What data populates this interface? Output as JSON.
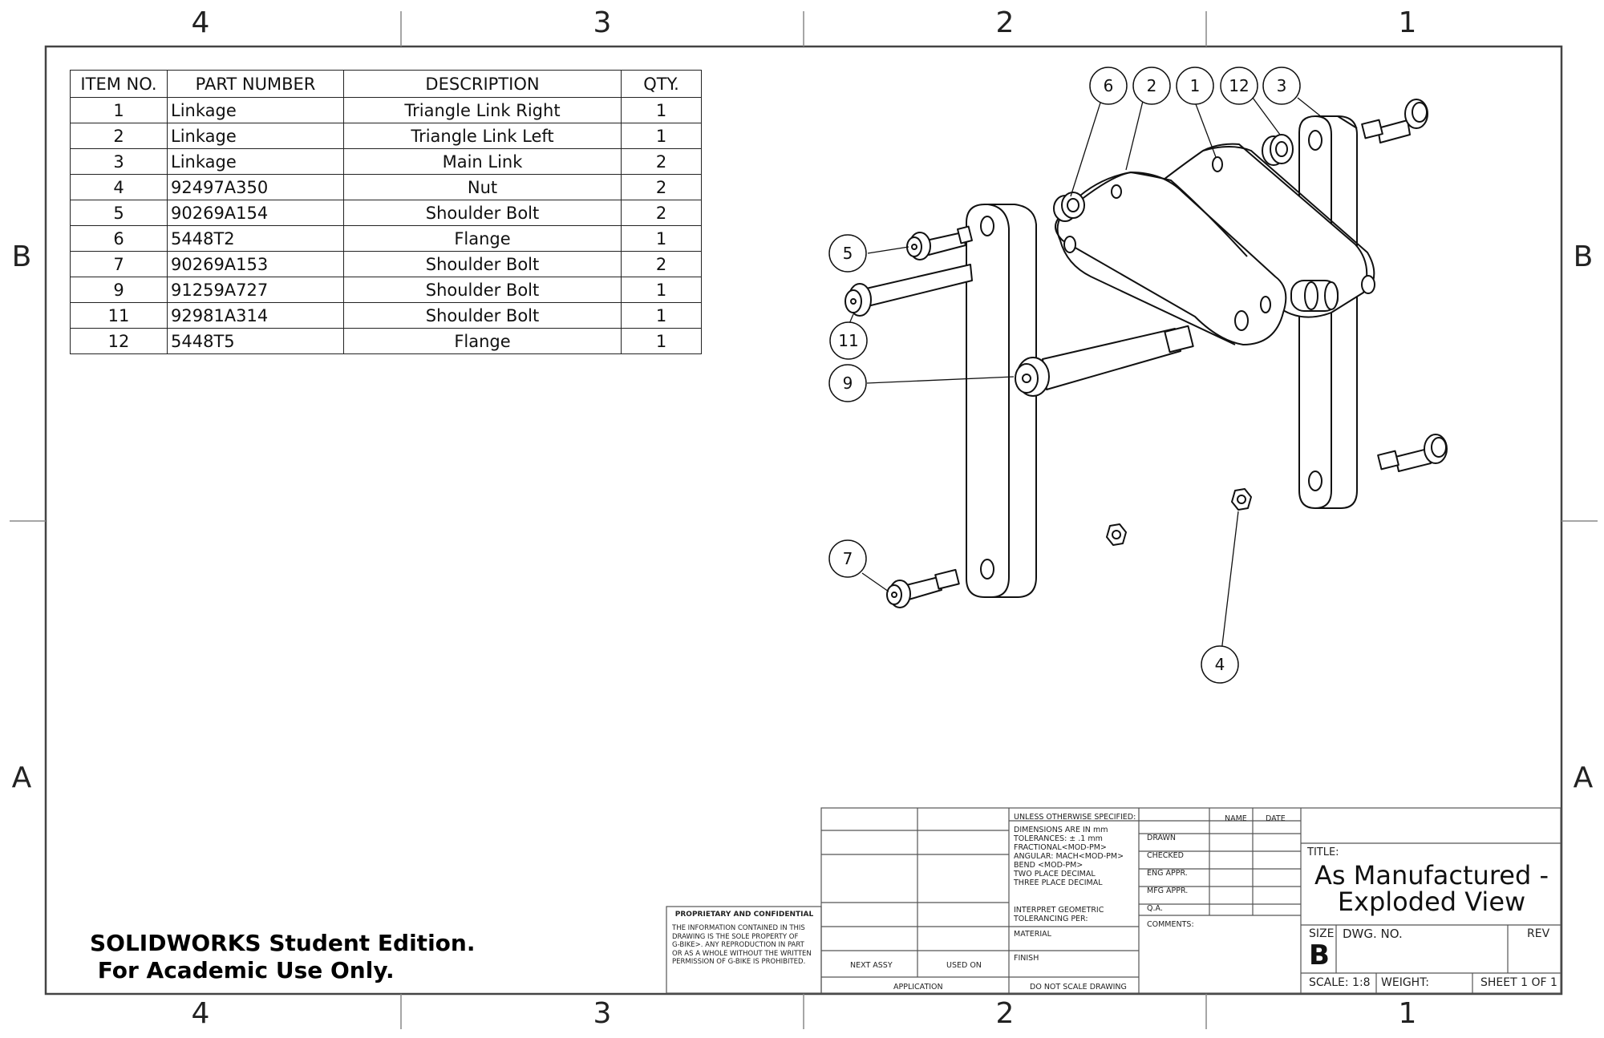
{
  "zones": {
    "top": [
      "4",
      "3",
      "2",
      "1"
    ],
    "bottom": [
      "4",
      "3",
      "2",
      "1"
    ],
    "left": [
      "B",
      "A"
    ],
    "right": [
      "B",
      "A"
    ]
  },
  "bom": {
    "headers": [
      "ITEM NO.",
      "PART NUMBER",
      "DESCRIPTION",
      "QTY."
    ],
    "rows": [
      [
        "1",
        "Linkage",
        "Triangle Link Right",
        "1"
      ],
      [
        "2",
        "Linkage",
        "Triangle Link Left",
        "1"
      ],
      [
        "3",
        "Linkage",
        "Main Link",
        "2"
      ],
      [
        "4",
        "92497A350",
        "Nut",
        "2"
      ],
      [
        "5",
        "90269A154",
        "Shoulder Bolt",
        "2"
      ],
      [
        "6",
        "5448T2",
        "Flange",
        "1"
      ],
      [
        "7",
        "90269A153",
        "Shoulder Bolt",
        "2"
      ],
      [
        "9",
        "91259A727",
        "Shoulder Bolt",
        "1"
      ],
      [
        "11",
        "92981A314",
        "Shoulder Bolt",
        "1"
      ],
      [
        "12",
        "5448T5",
        "Flange",
        "1"
      ]
    ]
  },
  "balloons": [
    "6",
    "2",
    "1",
    "12",
    "3",
    "5",
    "11",
    "9",
    "7",
    "4"
  ],
  "watermark": {
    "line1": "SOLIDWORKS Student Edition.",
    "line2": " For Academic Use Only."
  },
  "proprietary": {
    "title": "PROPRIETARY AND CONFIDENTIAL",
    "text": [
      "THE INFORMATION CONTAINED IN THIS",
      "DRAWING IS THE SOLE PROPERTY OF",
      "G-BIKE>.  ANY REPRODUCTION IN PART",
      "OR AS A WHOLE WITHOUT THE WRITTEN",
      "PERMISSION OF G-BIKE IS PROHIBITED."
    ]
  },
  "title_block": {
    "next_assy": "NEXT ASSY",
    "used_on": "USED ON",
    "application": "APPLICATION",
    "unless": "UNLESS OTHERWISE SPECIFIED:",
    "tolerances": [
      "DIMENSIONS ARE IN mm",
      "TOLERANCES: ± .1 mm",
      "FRACTIONAL<MOD-PM>",
      "ANGULAR: MACH<MOD-PM>",
      "BEND <MOD-PM>",
      "TWO PLACE DECIMAL",
      "THREE PLACE DECIMAL"
    ],
    "interpret": [
      "INTERPRET GEOMETRIC",
      "TOLERANCING PER:"
    ],
    "material": "MATERIAL",
    "finish": "FINISH",
    "do_not_scale": "DO NOT SCALE DRAWING",
    "name": "NAME",
    "date": "DATE",
    "roles": [
      "DRAWN",
      "CHECKED",
      "ENG APPR.",
      "MFG APPR.",
      "Q.A."
    ],
    "comments": "COMMENTS:",
    "title_label": "TITLE:",
    "title_line1": "As Manufactured -",
    "title_line2": "Exploded View",
    "size_label": "SIZE",
    "size_value": "B",
    "dwg_no": "DWG.  NO.",
    "rev": "REV",
    "scale": "SCALE: 1:8",
    "weight": "WEIGHT:",
    "sheet": "SHEET 1 OF 1"
  }
}
